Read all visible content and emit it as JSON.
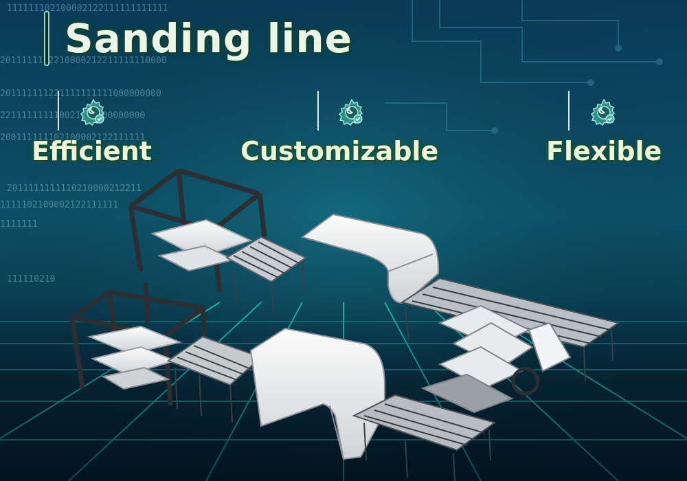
{
  "title": "Sanding line",
  "features": [
    {
      "label": "Efficient",
      "icon": "gear-wrench-check-icon"
    },
    {
      "label": "Customizable",
      "icon": "gear-wrench-check-icon"
    },
    {
      "label": "Flexible",
      "icon": "gear-wrench-check-icon"
    }
  ],
  "background_code_lines": [
    "111111102100002122111111111111",
    "2011111112210000212211111110000",
    "201111111221111111111000000000",
    "221111111110021100000000000",
    "200111111102100002122111111",
    "2011111111110210000212211",
    "1111102100002122111111",
    "1111111",
    "111110210"
  ],
  "colors": {
    "accent": "#8fd6b4",
    "label": "#eaf5d9",
    "icon_teal": "#3fb6a8",
    "grid": "#1fd3c8"
  }
}
